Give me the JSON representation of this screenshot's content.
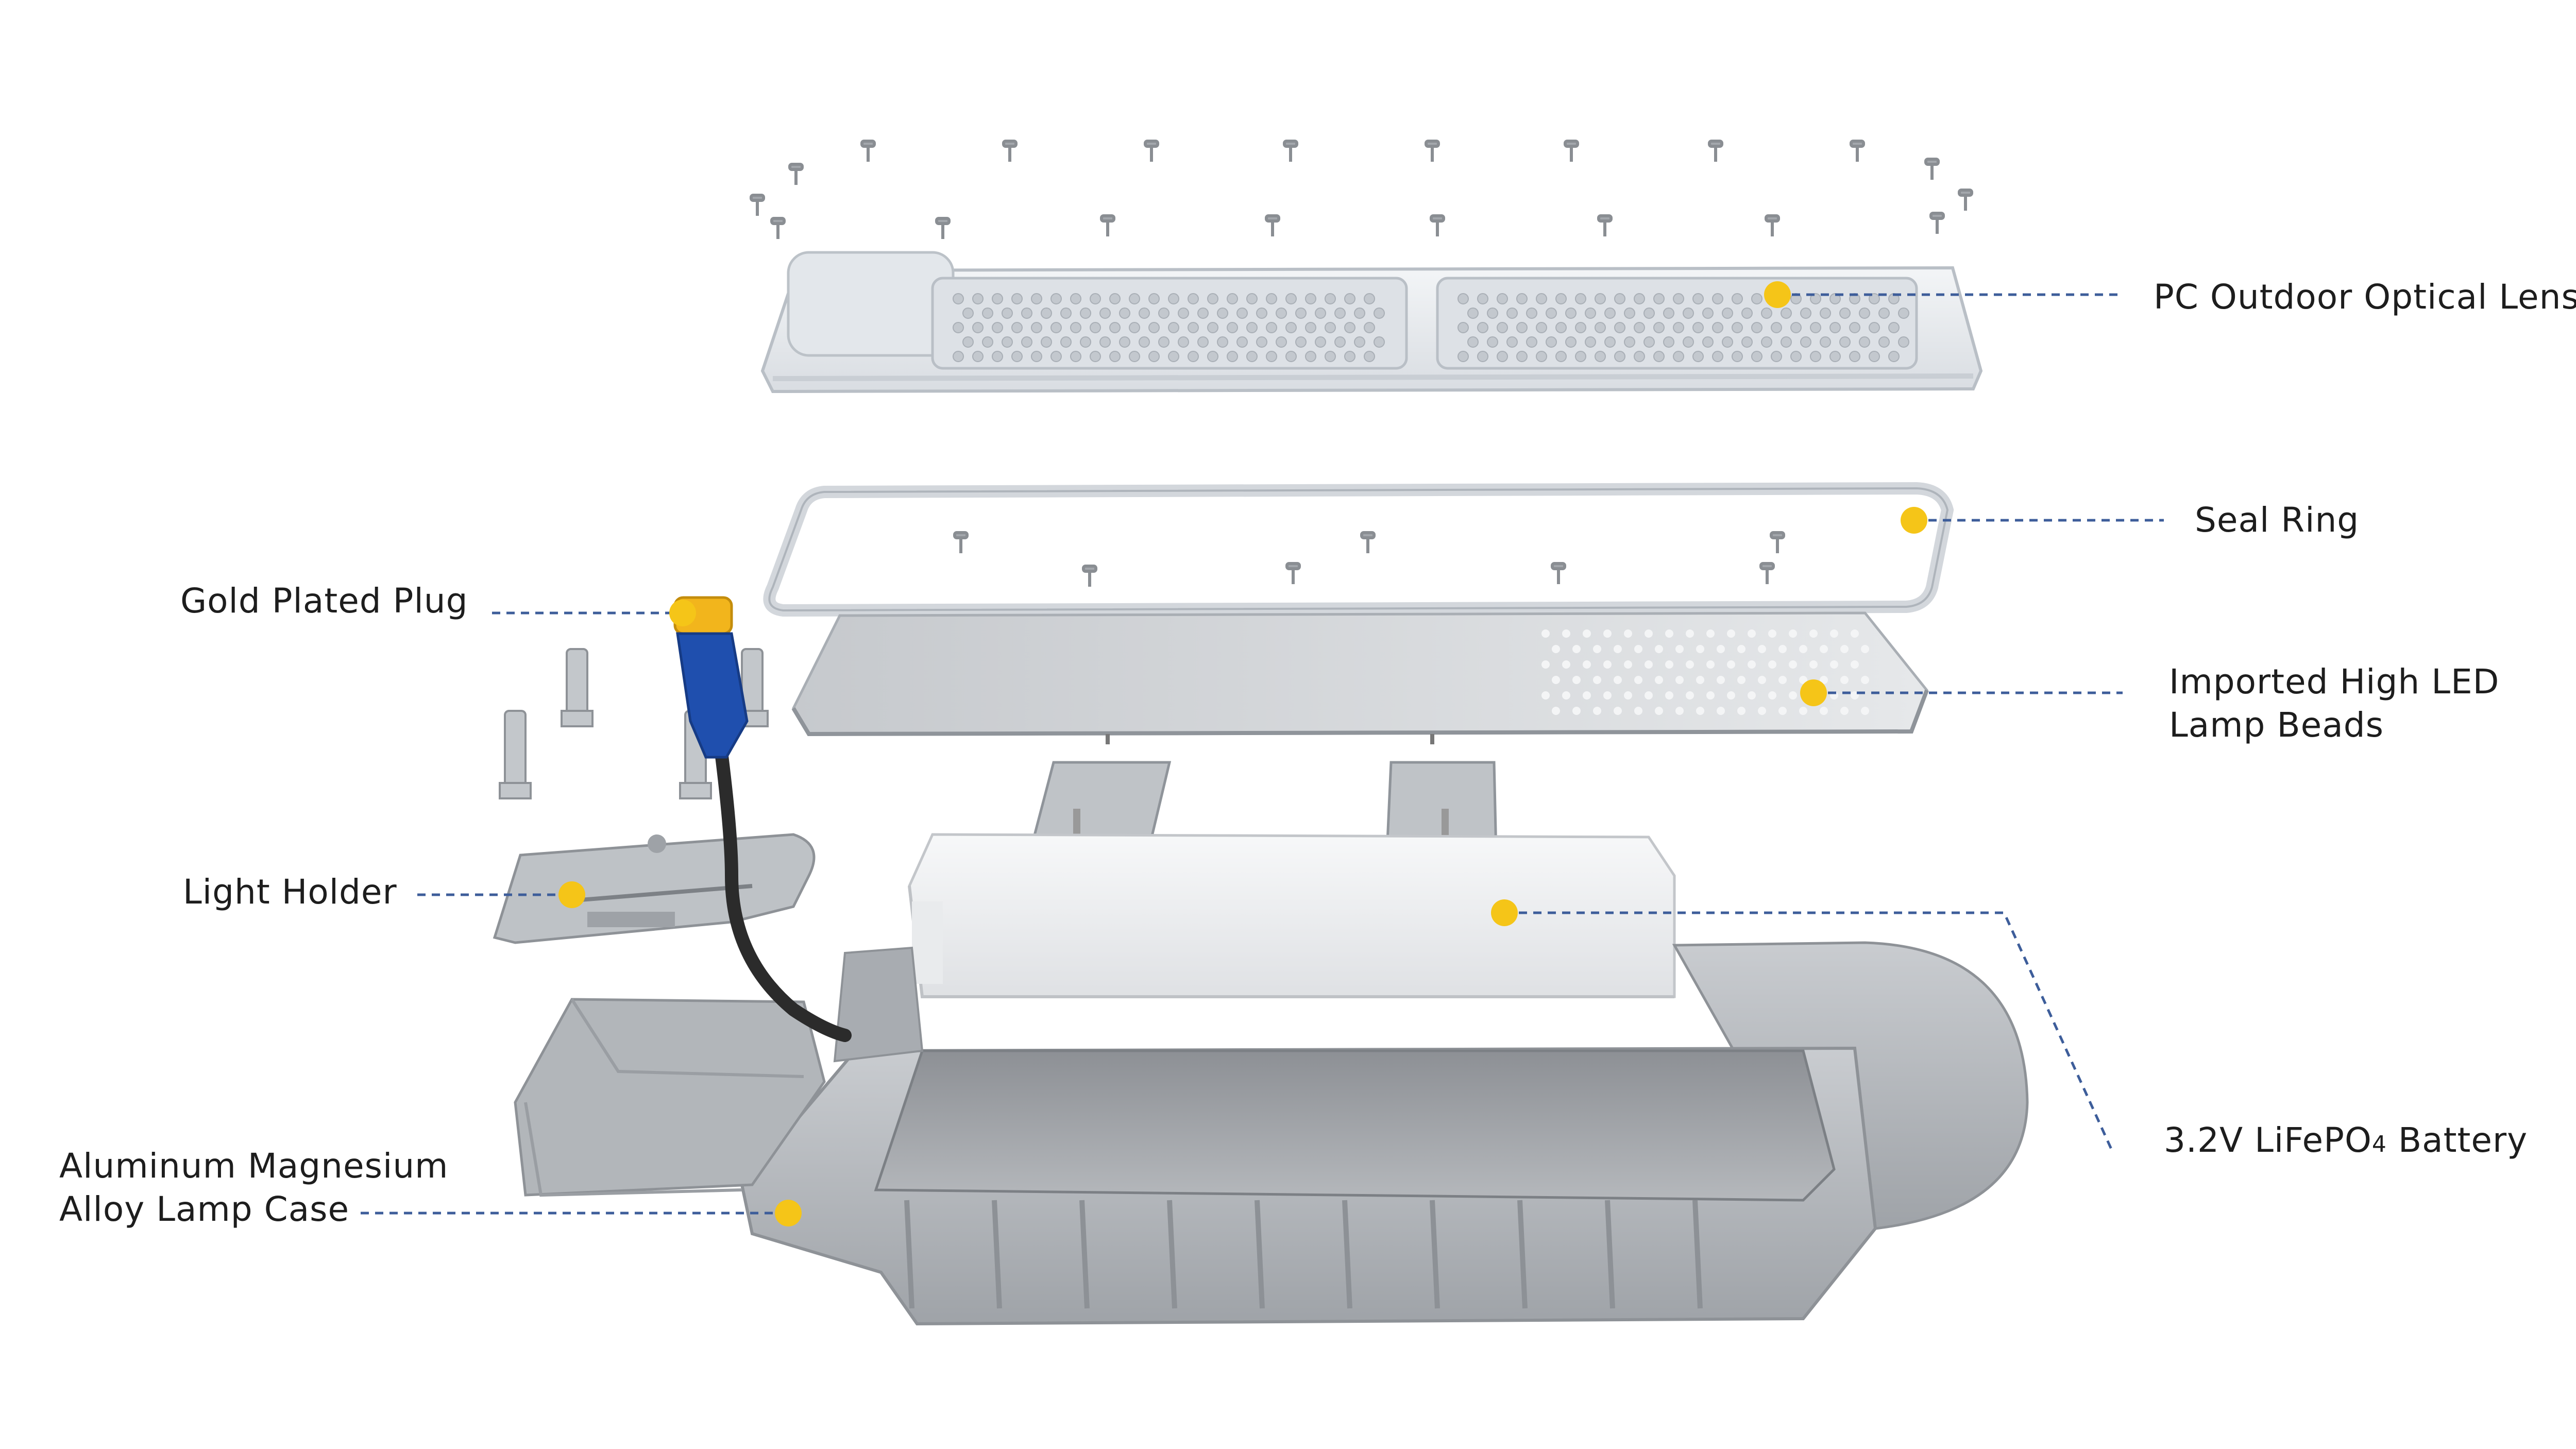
{
  "colors": {
    "background": "#ffffff",
    "label_text": "#1d1d1d",
    "leader_line": "#3d5d9a",
    "marker_dot": "#f5c518",
    "housing_gray": "#b8bcc1",
    "lens_clear": "#e9edf1",
    "battery_white": "#f1f2f4",
    "plug_blue": "#1f4fae",
    "plug_yellow": "#f2b51c"
  },
  "callouts": {
    "lens": {
      "text": "PC Outdoor Optical Lens"
    },
    "seal": {
      "text": "Seal Ring"
    },
    "led": {
      "lines": [
        "Imported High LED",
        "Lamp Beads"
      ]
    },
    "battery": {
      "text": "3.2V LiFePO4 Battery",
      "main": "3.2V LiFePO",
      "sub": "4",
      "tail": " Battery"
    },
    "plug": {
      "text": "Gold Plated Plug"
    },
    "holder": {
      "text": "Light Holder"
    },
    "case": {
      "lines": [
        "Aluminum Magnesium",
        "Alloy Lamp Case"
      ]
    }
  },
  "components": [
    {
      "id": "lens",
      "icon": "optical-lens-panel"
    },
    {
      "id": "seal",
      "icon": "seal-ring-gasket"
    },
    {
      "id": "led",
      "icon": "led-board"
    },
    {
      "id": "battery",
      "icon": "battery-pack"
    },
    {
      "id": "plug",
      "icon": "gold-plug-connector"
    },
    {
      "id": "holder",
      "icon": "light-holder-bracket"
    },
    {
      "id": "case",
      "icon": "aluminum-lamp-case"
    }
  ]
}
